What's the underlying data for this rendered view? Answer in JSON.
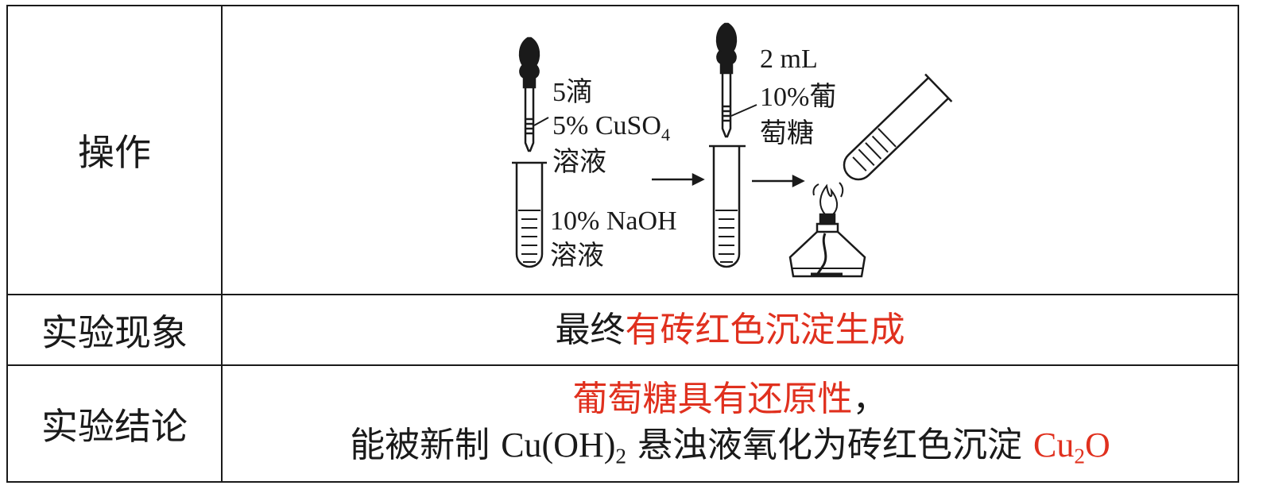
{
  "rows": [
    {
      "label": "操作"
    },
    {
      "label": "实验现象"
    },
    {
      "label": "实验结论"
    }
  ],
  "operation": {
    "drop1": {
      "line1": "5滴",
      "line2_main": "5% CuSO",
      "line2_sub": "4",
      "line3": "溶液"
    },
    "tube1": {
      "line1": "10% NaOH",
      "line2": "溶液"
    },
    "drop2": {
      "line1": "2 mL",
      "line2": "10%葡",
      "line3": "萄糖"
    }
  },
  "phenomenon": {
    "prefix": "最终",
    "highlight": "有砖红色沉淀生成"
  },
  "conclusion": {
    "line1_red": "葡萄糖具有还原性",
    "line1_comma": "，",
    "line2_a": "能被新制 ",
    "line2_formula_main": "Cu(OH)",
    "line2_formula_sub": "2",
    "line2_b": " 悬浊液氧化为砖红色沉淀 ",
    "line2_product_a": "Cu",
    "line2_product_sub": "2",
    "line2_product_b": "O"
  },
  "colors": {
    "text": "#1a1a1a",
    "highlight": "#e0301e",
    "border": "#1a1a1a"
  }
}
